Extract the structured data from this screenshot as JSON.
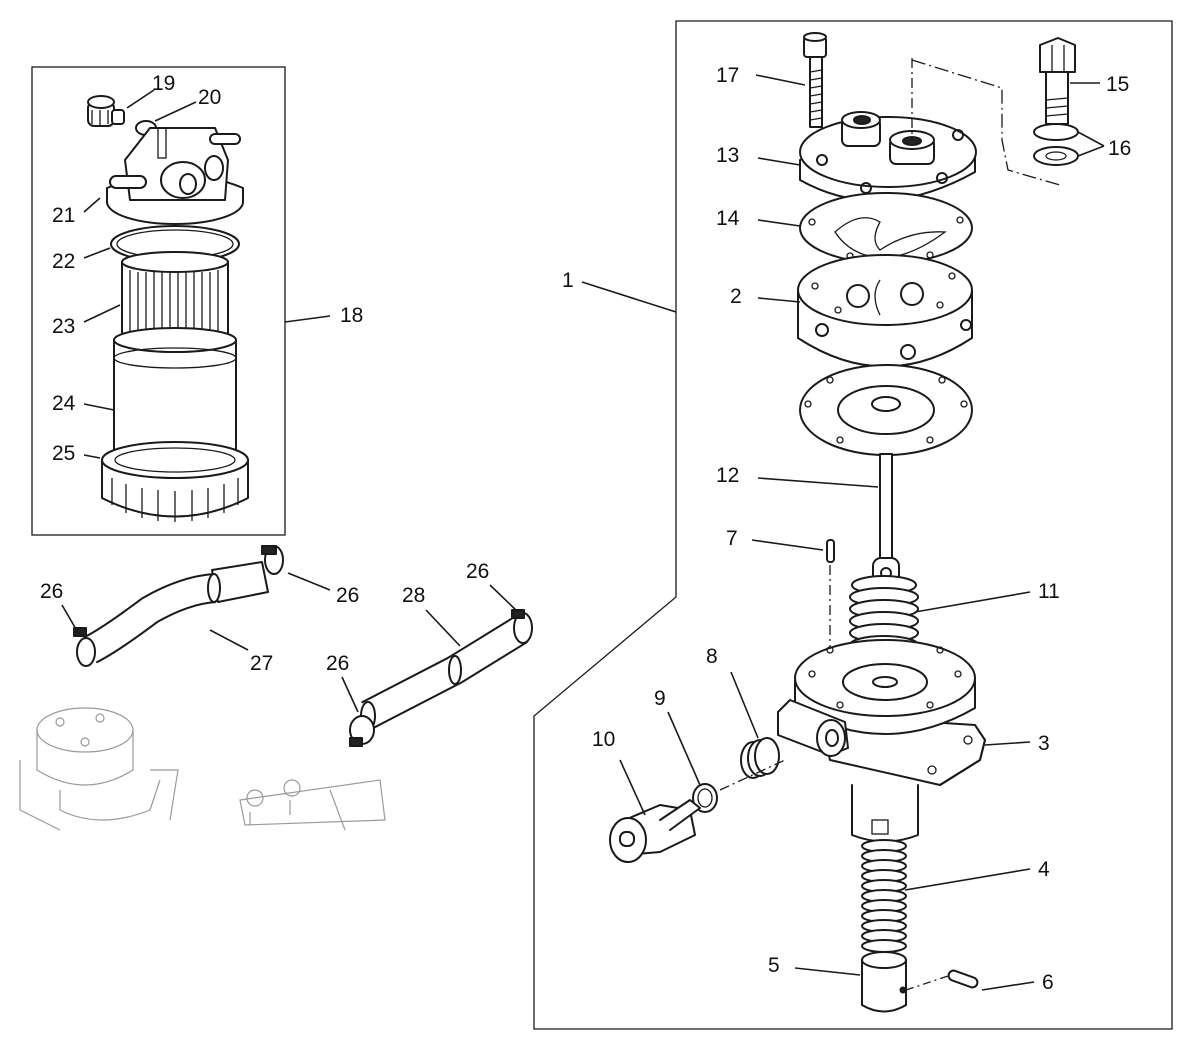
{
  "labels": {
    "l1": "1",
    "l2": "2",
    "l3": "3",
    "l4": "4",
    "l5": "5",
    "l6": "6",
    "l7": "7",
    "l8": "8",
    "l9": "9",
    "l10": "10",
    "l11": "11",
    "l12": "12",
    "l13": "13",
    "l14": "14",
    "l15": "15",
    "l16": "16",
    "l17": "17",
    "l18": "18",
    "l19": "19",
    "l20": "20",
    "l21": "21",
    "l22": "22",
    "l23": "23",
    "l24": "24",
    "l25": "25",
    "l26a": "26",
    "l26b": "26",
    "l26c": "26",
    "l26d": "26",
    "l27": "27",
    "l28": "28"
  },
  "icons": {
    "filter": "fuel-filter-icon",
    "pump": "fuel-lift-pump-icon",
    "hose": "fuel-hose-icon",
    "clamp": "hose-clamp-icon"
  }
}
